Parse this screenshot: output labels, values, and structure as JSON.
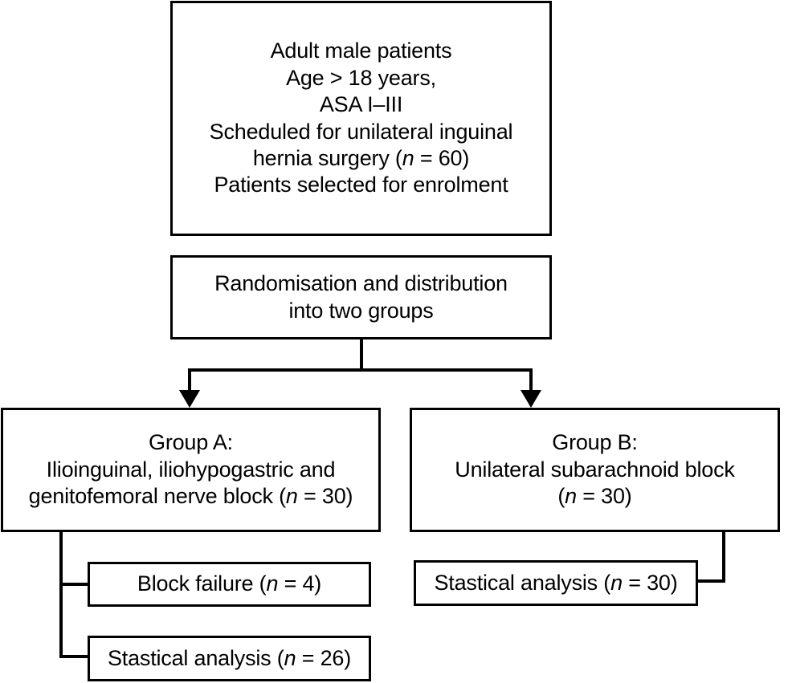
{
  "diagram": {
    "type": "flowchart",
    "title": "CONSORT-style patient enrolment and randomisation flow chart",
    "boxes": {
      "enrolment": {
        "name": "enrolment",
        "lines": [
          "Adult male patients",
          "Age > 18 years,",
          "ASA I–III",
          "Scheduled for unilateral inguinal",
          "hernia surgery (n = 60)",
          "Patients selected for enrolment"
        ],
        "n": 60
      },
      "randomisation": {
        "name": "randomisation",
        "lines": [
          "Randomisation and distribution",
          "into two groups"
        ]
      },
      "group_a": {
        "name": "group-a",
        "lines": [
          "Group A:",
          "Ilioinguinal, iliohypogastric and",
          "genitofemoral nerve block (n = 30)"
        ],
        "n": 30
      },
      "group_b": {
        "name": "group-b",
        "lines": [
          "Group B:",
          "Unilateral subarachnoid block",
          "(n = 30)"
        ],
        "n": 30
      },
      "block_failure": {
        "name": "block-failure",
        "lines": [
          "Block failure (n = 4)"
        ],
        "n": 4
      },
      "stastical_analysis_a": {
        "name": "stastical-analysis-group-a",
        "lines": [
          "Stastical analysis (n = 26)"
        ],
        "n": 26
      },
      "stastical_analysis_b": {
        "name": "stastical-analysis-group-b",
        "lines": [
          "Stastical analysis (n = 30)"
        ],
        "n": 30
      }
    },
    "connectors": [
      {
        "from": "randomisation",
        "to": "group_a",
        "style": "arrow"
      },
      {
        "from": "randomisation",
        "to": "group_b",
        "style": "arrow"
      },
      {
        "from": "group_a",
        "to": "block_failure",
        "style": "elbow"
      },
      {
        "from": "group_a",
        "to": "stastical_analysis_a",
        "style": "elbow"
      },
      {
        "from": "group_b",
        "to": "stastical_analysis_b",
        "style": "elbow"
      }
    ],
    "colors": {
      "stroke": "#000000",
      "fill": "#ffffff",
      "text": "#000000"
    }
  }
}
